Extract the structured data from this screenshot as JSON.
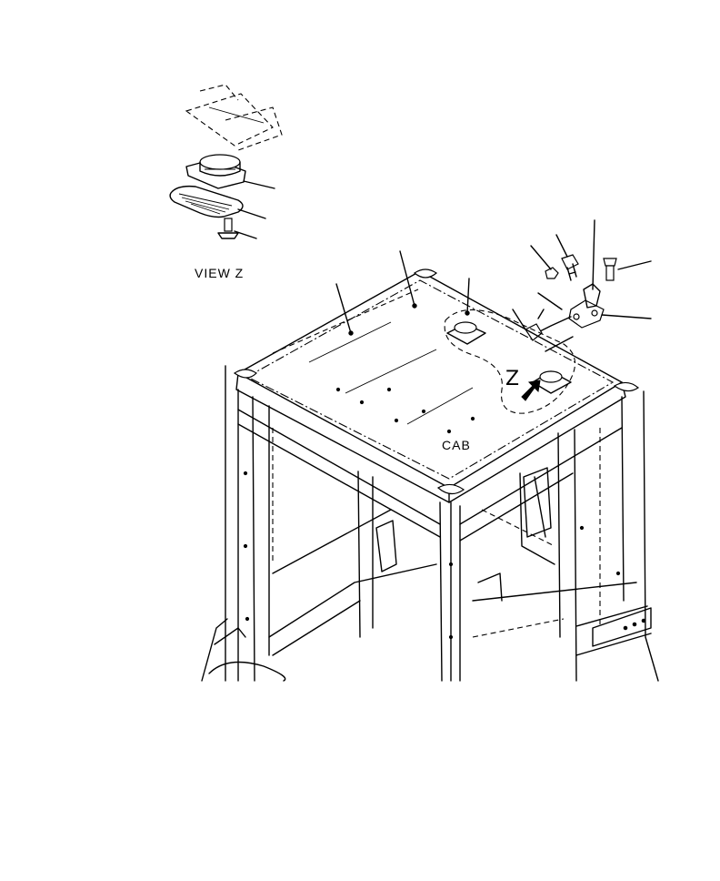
{
  "labels": {
    "view_z": "VIEW Z",
    "cab": "CAB",
    "arrow_letter": "Z"
  }
}
